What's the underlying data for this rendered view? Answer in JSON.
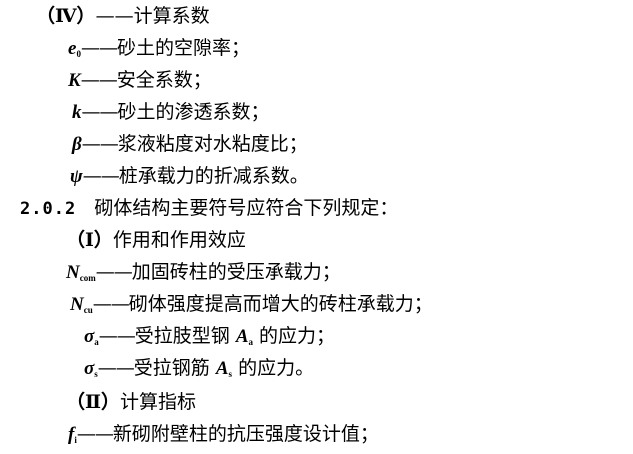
{
  "lines": [
    {
      "type": "heading",
      "label": "（Ⅳ）",
      "text": "——计算系数"
    },
    {
      "type": "def",
      "sym": "e",
      "sub": "0",
      "dash": "——",
      "text": "砂土的空隙率；"
    },
    {
      "type": "def",
      "sym": "K",
      "sub": "",
      "dash": "——",
      "text": "安全系数；"
    },
    {
      "type": "def",
      "sym": "k",
      "sub": "",
      "dash": "——",
      "text": "砂土的渗透系数；"
    },
    {
      "type": "def",
      "sym": "β",
      "sub": "",
      "dash": "——",
      "text": "浆液粘度对水粘度比；"
    },
    {
      "type": "def",
      "sym": "ψ",
      "sub": "",
      "dash": "——",
      "text": "桩承载力的折减系数。"
    },
    {
      "type": "section",
      "num": "2.0.2",
      "text": "砌体结构主要符号应符合下列规定："
    },
    {
      "type": "heading",
      "label": "（Ⅰ）",
      "text": "作用和作用效应"
    },
    {
      "type": "def",
      "sym": "N",
      "sub": "com",
      "dash": "——",
      "text": "加固砖柱的受压承载力；"
    },
    {
      "type": "def",
      "sym": "N",
      "sub": "cu",
      "dash": "——",
      "text": "砌体强度提高而增大的砖柱承载力；"
    },
    {
      "type": "def2",
      "sym": "σ",
      "sub": "a",
      "dash": "——",
      "text1": "受拉肢型钢",
      "sym2": "A",
      "sub2": "a",
      "text2": "的应力；"
    },
    {
      "type": "def2",
      "sym": "σ",
      "sub": "s",
      "dash": "——",
      "text1": "受拉钢筋",
      "sym2": "A",
      "sub2": "s",
      "text2": "的应力。"
    },
    {
      "type": "heading",
      "label": "（Ⅱ）",
      "text": "计算指标"
    },
    {
      "type": "def",
      "sym": "f",
      "sub": "i",
      "dash": "——",
      "text": "新砌附壁柱的抗压强度设计值；"
    }
  ]
}
